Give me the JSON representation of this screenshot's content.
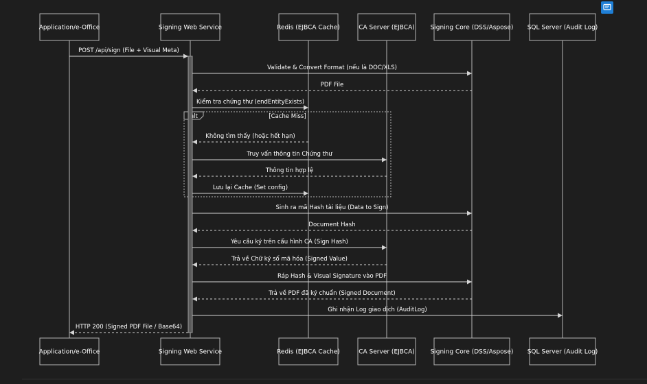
{
  "actors": [
    {
      "id": "app",
      "label": "Application/e-Office"
    },
    {
      "id": "sws",
      "label": "Signing Web Service"
    },
    {
      "id": "redis",
      "label": "Redis (EJBCA Cache)"
    },
    {
      "id": "ca",
      "label": "CA Server (EJBCA)"
    },
    {
      "id": "core",
      "label": "Signing Core (DSS/Aspose)"
    },
    {
      "id": "sql",
      "label": "SQL Server (Audit Log)"
    }
  ],
  "messages": [
    {
      "from": "app",
      "to": "sws",
      "text": "POST /api/sign (File + Visual Meta)",
      "style": "solid"
    },
    {
      "from": "sws",
      "to": "core",
      "text": "Validate & Convert Format (nếu là DOC/XLS)",
      "style": "solid"
    },
    {
      "from": "core",
      "to": "sws",
      "text": "PDF File",
      "style": "dashed"
    },
    {
      "from": "sws",
      "to": "redis",
      "text": "Kiểm tra chứng thư (endEntityExists)",
      "style": "solid"
    },
    {
      "from": "redis",
      "to": "sws",
      "text": "Không tìm thấy (hoặc hết hạn)",
      "style": "dashed"
    },
    {
      "from": "sws",
      "to": "ca",
      "text": "Truy vấn thông tin Chứng thư",
      "style": "solid"
    },
    {
      "from": "ca",
      "to": "sws",
      "text": "Thông tin hợp lệ",
      "style": "dashed"
    },
    {
      "from": "sws",
      "to": "redis",
      "text": "Lưu lại Cache (Set config)",
      "style": "solid"
    },
    {
      "from": "sws",
      "to": "core",
      "text": "Sinh ra mã Hash tài liệu (Data to Sign)",
      "style": "solid"
    },
    {
      "from": "core",
      "to": "sws",
      "text": "Document Hash",
      "style": "dashed"
    },
    {
      "from": "sws",
      "to": "ca",
      "text": "Yêu cầu ký trên cấu hình CA (Sign Hash)",
      "style": "solid"
    },
    {
      "from": "ca",
      "to": "sws",
      "text": "Trả về Chữ ký số mã hóa (Signed Value)",
      "style": "dashed"
    },
    {
      "from": "sws",
      "to": "core",
      "text": "Ráp Hash & Visual Signature vào PDF",
      "style": "solid"
    },
    {
      "from": "core",
      "to": "sws",
      "text": "Trả về PDF đã ký chuẩn (Signed Document)",
      "style": "dashed"
    },
    {
      "from": "sws",
      "to": "sql",
      "text": "Ghi nhận Log giao dịch (AuditLog)",
      "style": "solid"
    },
    {
      "from": "sws",
      "to": "app",
      "text": "HTTP 200 (Signed PDF File / Base64)",
      "style": "dashed"
    }
  ],
  "fragment": {
    "keyword": "alt",
    "condition": "[Cache Miss]"
  },
  "corner_button": {
    "icon": "comment-icon"
  },
  "colors": {
    "background": "#1e1e1e",
    "line": "#d4d4d4",
    "accent": "#1f7fd6"
  }
}
